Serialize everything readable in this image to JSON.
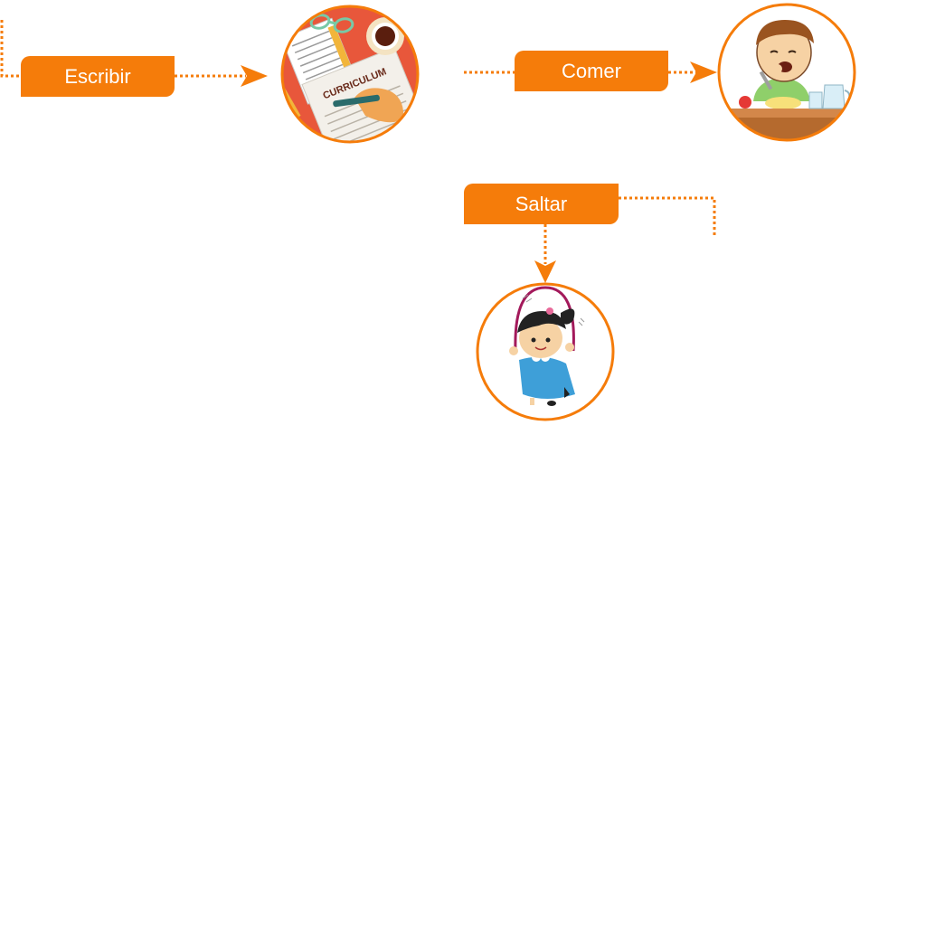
{
  "colors": {
    "accent": "#f57c0a",
    "circle_border": "#f57c0a",
    "background": "#ffffff"
  },
  "nodes": [
    {
      "label": "Escribir",
      "icon": "writing-curriculum-illustration",
      "picture_text": "CURRICULUM"
    },
    {
      "label": "Comer",
      "icon": "boy-eating-illustration"
    },
    {
      "label": "Saltar",
      "icon": "girl-jumping-rope-illustration"
    }
  ],
  "connectors": [
    {
      "from": "offscreen-left",
      "to": "Escribir",
      "style": "dotted"
    },
    {
      "from": "Escribir",
      "to": "writing-curriculum-illustration",
      "style": "dotted-arrow"
    },
    {
      "from": "offscreen",
      "to": "Comer",
      "style": "dotted"
    },
    {
      "from": "Comer",
      "to": "boy-eating-illustration",
      "style": "dotted-arrow"
    },
    {
      "from": "Saltar",
      "to": "offscreen",
      "style": "dotted"
    },
    {
      "from": "Saltar",
      "to": "girl-jumping-rope-illustration",
      "style": "dotted-arrow"
    }
  ]
}
